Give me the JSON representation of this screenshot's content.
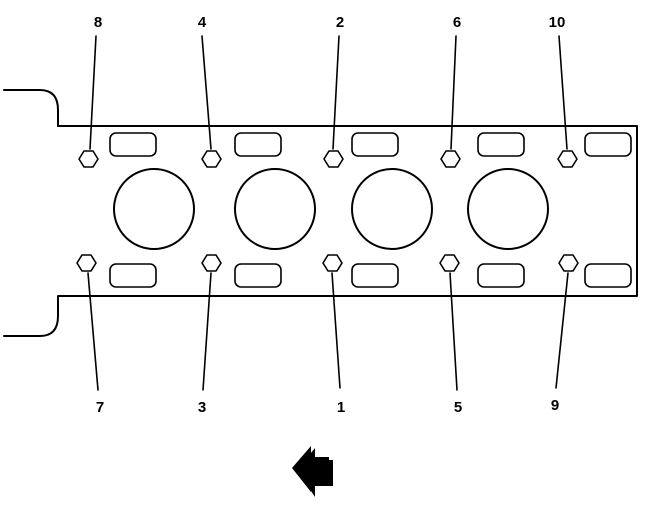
{
  "bolts": [
    {
      "id": "bolt-1",
      "label": "1"
    },
    {
      "id": "bolt-2",
      "label": "2"
    },
    {
      "id": "bolt-3",
      "label": "3"
    },
    {
      "id": "bolt-4",
      "label": "4"
    },
    {
      "id": "bolt-5",
      "label": "5"
    },
    {
      "id": "bolt-6",
      "label": "6"
    },
    {
      "id": "bolt-7",
      "label": "7"
    },
    {
      "id": "bolt-8",
      "label": "8"
    },
    {
      "id": "bolt-9",
      "label": "9"
    },
    {
      "id": "bolt-10",
      "label": "10"
    }
  ],
  "cylinder_count": 4,
  "colors": {
    "line": "#000000",
    "background": "#ffffff"
  },
  "icons": {
    "direction": "arrow-left-icon"
  }
}
